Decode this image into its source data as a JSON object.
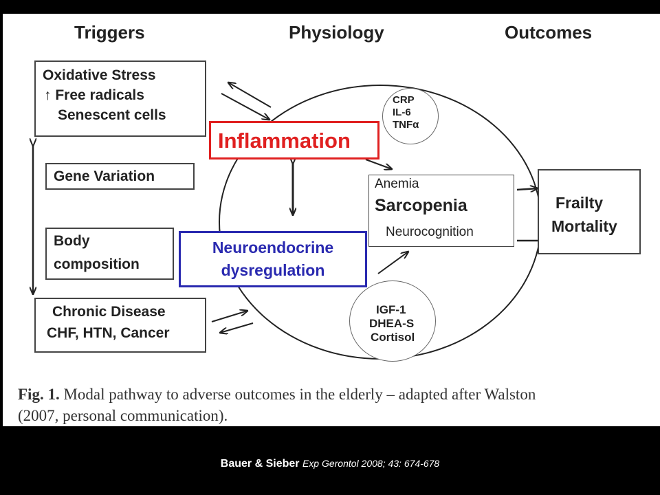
{
  "headers": {
    "triggers": "Triggers",
    "physiology": "Physiology",
    "outcomes": "Outcomes"
  },
  "triggers": {
    "oxidative": {
      "line1": "Oxidative Stress",
      "line2": "↑ Free radicals",
      "line3": "Senescent cells"
    },
    "gene": "Gene Variation",
    "body": {
      "line1": "Body",
      "line2": "composition"
    },
    "chronic": {
      "line1": "Chronic Disease",
      "line2": "CHF, HTN, Cancer"
    }
  },
  "physiology": {
    "inflammation": "Inflammation",
    "cytokines": {
      "line1": "CRP",
      "line2": "IL-6",
      "line3": "TNFα"
    },
    "neuro": {
      "line1": "Neuroendocrine",
      "line2": "dysregulation"
    },
    "hormones": {
      "line1": "IGF-1",
      "line2": "DHEA-S",
      "line3": "Cortisol"
    },
    "effects": {
      "line1": "Anemia",
      "line2": "Sarcopenia",
      "line3": "Neurocognition"
    }
  },
  "outcomes": {
    "line1": "Frailty",
    "line2": "Mortality"
  },
  "caption": {
    "label": "Fig. 1.",
    "line1": "Modal pathway to adverse outcomes in the elderly – adapted after Walston",
    "line2": "(2007, personal communication)."
  },
  "credit": {
    "authors": "Bauer & Sieber",
    "journal": "Exp Gerontol 2008; 43: 674-678"
  },
  "colors": {
    "inflammation": "#e02020",
    "neuro": "#2a2ab0",
    "background": "#000000"
  }
}
